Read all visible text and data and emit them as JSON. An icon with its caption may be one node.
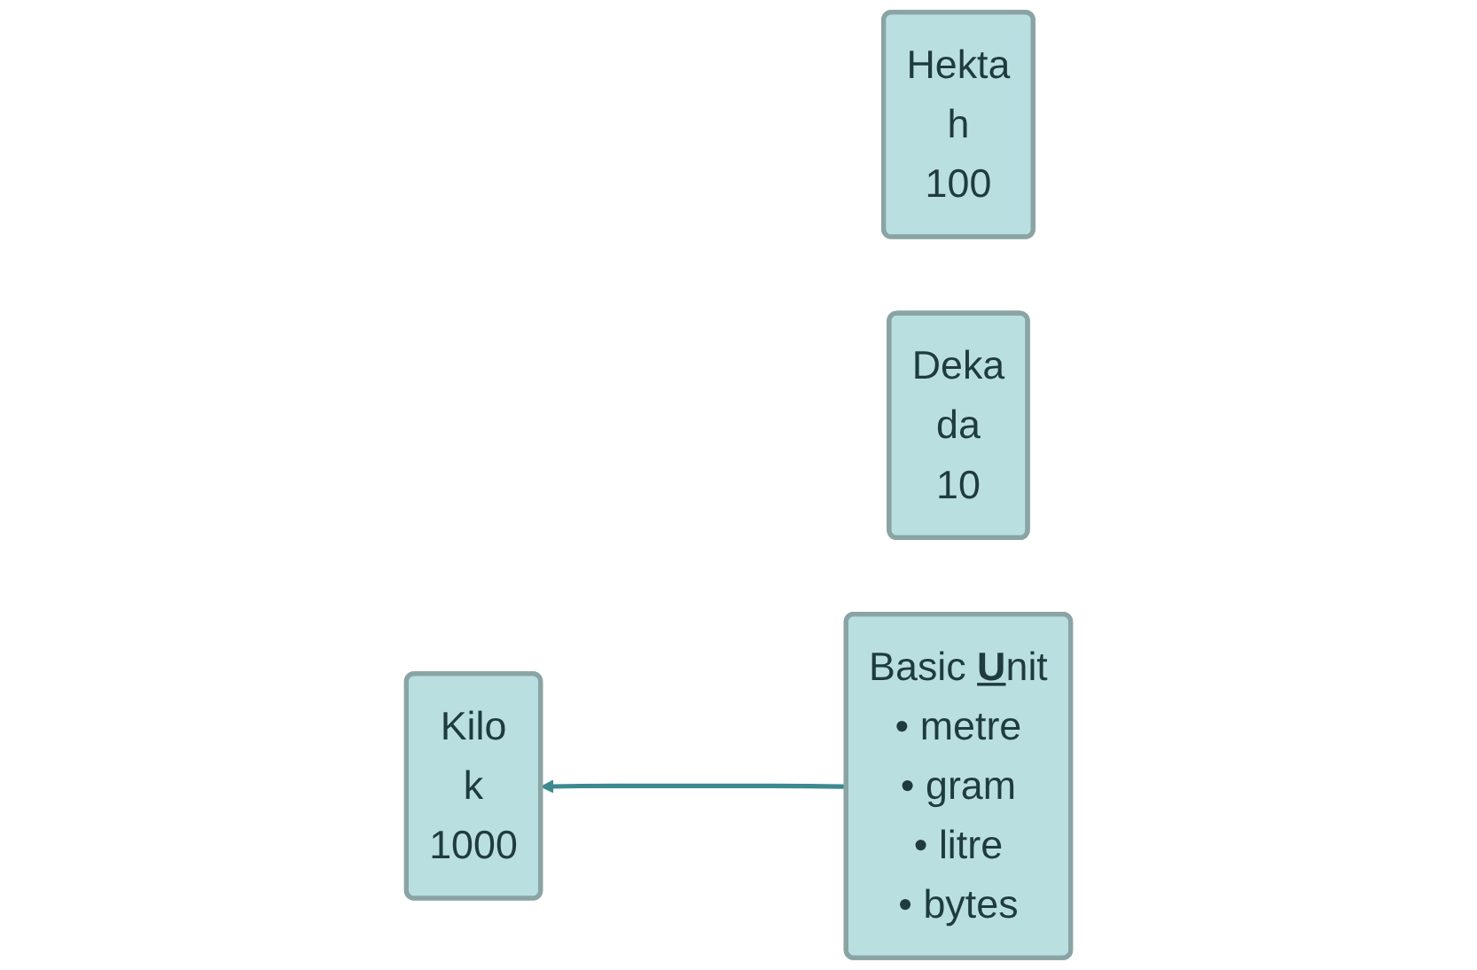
{
  "diagram": {
    "nodes": [
      {
        "text": [
          "Kilo",
          "k",
          "1000"
        ]
      },
      {
        "text": [
          "Hekta",
          "h",
          "100"
        ]
      },
      {
        "text": [
          "Deka",
          "da",
          "10"
        ]
      },
      {
        "text": [
          "Basic **U**nit",
          "• metre",
          "• gram",
          "• litre",
          "• bytes"
        ]
      }
    ],
    "edges": [
      {
        "from": 3,
        "to": 0,
        "arrow": "to"
      }
    ]
  }
}
